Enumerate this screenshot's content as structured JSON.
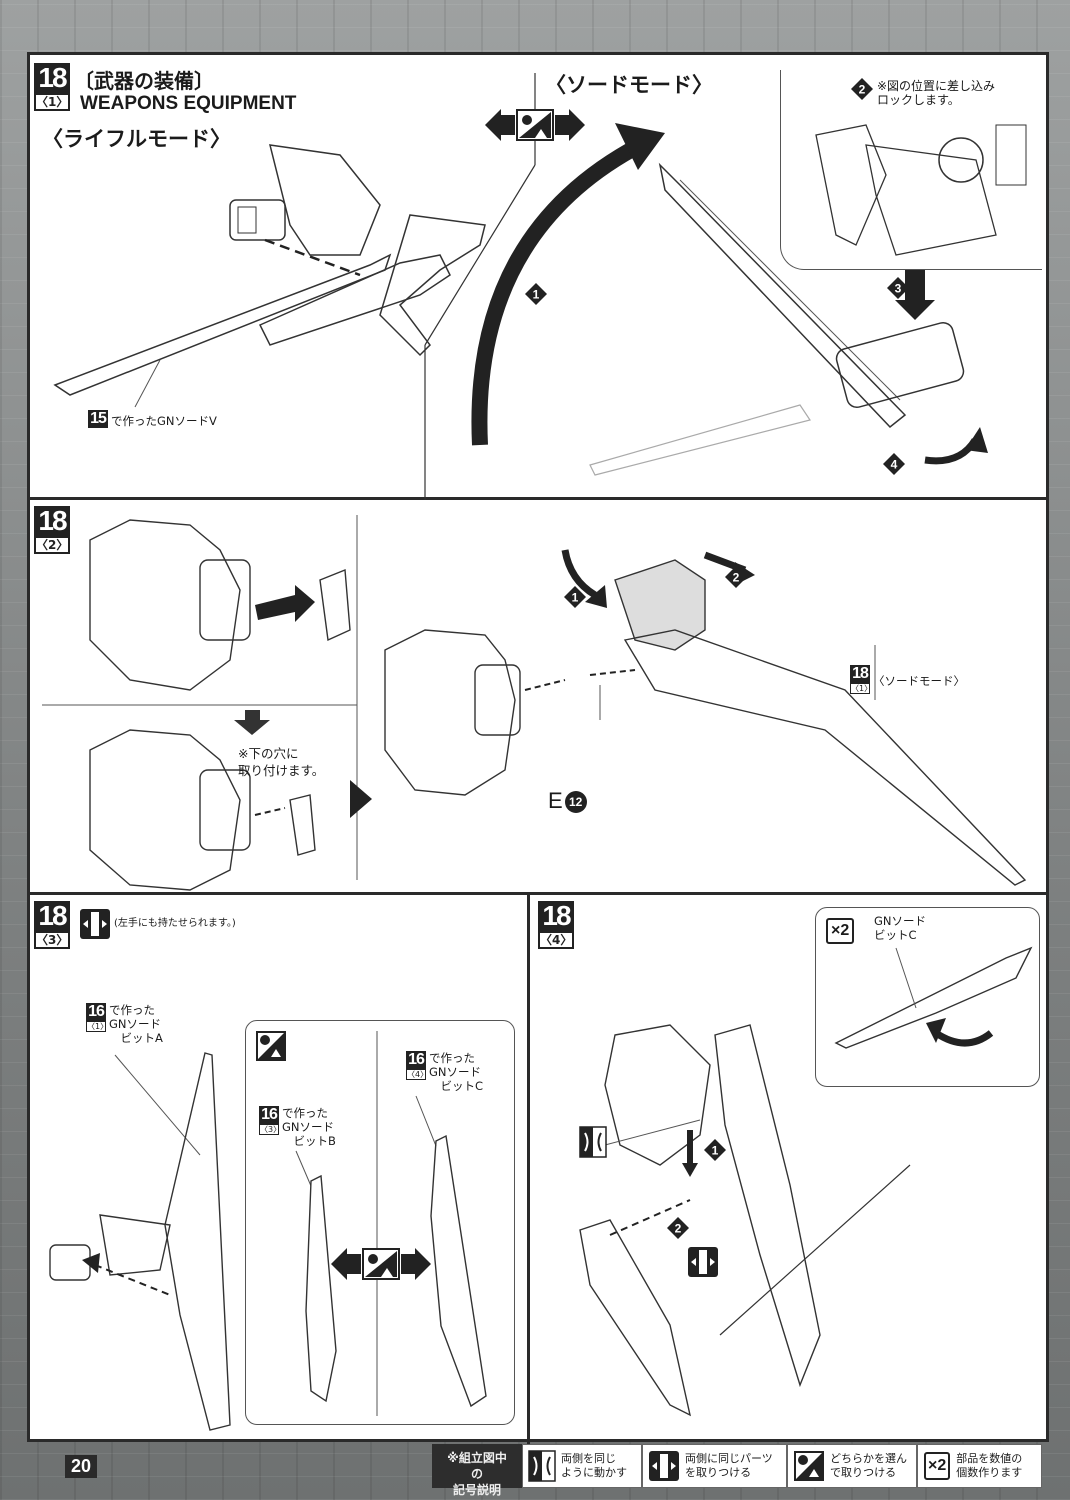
{
  "page": {
    "number": "20"
  },
  "step18_1": {
    "step": "18",
    "sub": "〈1〉",
    "title_jp": "〔武器の装備〕",
    "title_en": "WEAPONS EQUIPMENT",
    "rifle_mode": "〈ライフルモード〉",
    "sword_mode": "〈ソードモード〉",
    "ref_step": "15",
    "ref_text": "で作ったGNソードV",
    "note_num": "2",
    "note_text": "※図の位置に差し込み\nロックします。",
    "callouts": [
      "1",
      "2",
      "3",
      "4"
    ]
  },
  "step18_2": {
    "step": "18",
    "sub": "〈2〉",
    "note_text": "※下の穴に\n取り付けます。",
    "part_label": "E",
    "part_num": "12",
    "ref_step": "18",
    "ref_sub": "〈1〉",
    "ref_text": "〈ソードモード〉",
    "callouts": [
      "1",
      "2"
    ]
  },
  "step18_3": {
    "step": "18",
    "sub": "〈3〉",
    "note_text": "(左手にも持たせられます。)",
    "bitA": {
      "step": "16",
      "sub": "〈1〉",
      "text": "で作った\nGNソード\n　ビットA"
    },
    "bitB": {
      "step": "16",
      "sub": "〈3〉",
      "text": "で作った\nGNソード\n　ビットB"
    },
    "bitC": {
      "step": "16",
      "sub": "〈4〉",
      "text": "で作った\nGNソード\n　ビットC"
    }
  },
  "step18_4": {
    "step": "18",
    "sub": "〈4〉",
    "mult": "×2",
    "part_text": "GNソード\nビットC",
    "callouts": [
      "1",
      "2"
    ]
  },
  "legend": {
    "heading": "※組立図中の\n記号説明",
    "items": [
      {
        "icon": "symmetric-move-icon",
        "text": "両側を同じ\nように動かす"
      },
      {
        "icon": "both-sides-parts-icon",
        "text": "両側に同じパーツ\nを取りつける"
      },
      {
        "icon": "choose-one-icon",
        "text": "どちらかを選ん\nで取りつける"
      },
      {
        "icon": "multiple-count-icon",
        "label": "×2",
        "text": "部品を数値の\n個数作ります"
      }
    ]
  }
}
